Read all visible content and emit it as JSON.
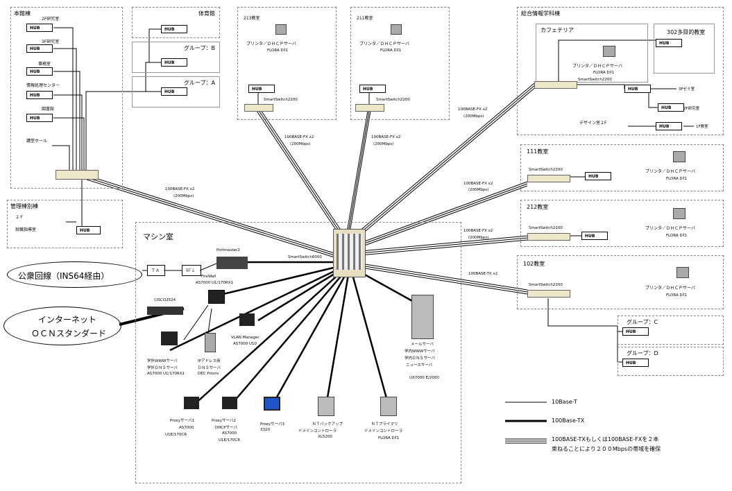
{
  "buildings": {
    "honkan": "本館棟",
    "honkan_rooms": [
      "2F研究室",
      "3F研究室",
      "事務室",
      "情報処理センター",
      "図書館"
    ],
    "kodo": "講堂ホール",
    "taiiku": "体育館",
    "group_b": "グループ：B",
    "group_a": "グループ：A",
    "kanri": "管理棟別棟",
    "kanri_2f": "２Ｆ",
    "kanri_room": "就職指導室",
    "r213": "213教室",
    "r211": "211教室",
    "sogo": "総合情報学科棟",
    "cafe": "カフェテリア",
    "r302": "302多目的教室",
    "seminar": "3Fゼミ室",
    "lab2f": "2F研究室",
    "design": "デザイン室２F",
    "r1f": "1F教室",
    "r111": "111教室",
    "r212": "212教室",
    "r102": "102教室",
    "group_c": "グループ：C",
    "group_d": "グループ：D"
  },
  "hub": "HUB",
  "printer": "プリンタ／ＤＨＣＰサーバ",
  "flora": "FLORA Dｵ1",
  "smart2200": "SmartSwitch2200",
  "smart6000": "SmartSwitch6000",
  "links": {
    "fx2": "100BASE-FX x2",
    "gbps": "(200Mbps)",
    "tx2": "100BASE-TX x2"
  },
  "machine_room": "マシン室",
  "public_line": "公衆回線（INS64経由）",
  "internet": [
    "インターネット",
    "ＯＣＮスタンダード"
  ],
  "ta": "ＴＡ",
  "modem": "ﾓﾃﾞﾑ",
  "portmaster": "Portmaster2",
  "firewall": [
    "FireWall",
    "AS7000 U1/170RX1"
  ],
  "cisco": "CISCO2524",
  "vlan": [
    "VLAN Manager",
    "AS7000 U10"
  ],
  "wwwdns": [
    "学外WWWサーバ",
    "学外ＤＮＳサーバ",
    "AS7000 U1/170RX1"
  ],
  "ipdns": [
    "IPアドレス用",
    "ＤＮＳサーバ",
    "DEC Prioris"
  ],
  "mail": [
    "メールサーバ",
    "学内WWWサーバ",
    "学内ＤＮＳサーバ",
    "ニュースサーバ",
    "UX7000 E/2000"
  ],
  "proxy1": [
    "Proxyサーバ1",
    "AS7000",
    "U1E/170CR"
  ],
  "proxy2": [
    "Proxyサーバ2",
    "DHCPサーバ",
    "AS7000",
    "U1E/170CR"
  ],
  "proxy3": [
    "Proxyサーバ3",
    "3320"
  ],
  "ntbackup": [
    "ＮＴバックアップ",
    "ドメインコントローラ",
    "XL5200"
  ],
  "ntprimary": [
    "ＮＴプライマリ",
    "ドメインコントローラ",
    "FLORA Dｵ1"
  ],
  "legend": {
    "t": "10Base-T",
    "tx": "100Base-TX",
    "fx": [
      "100BASE-TXもしくは100BASE-FXを２本",
      "束ねることにより２００Mbpsの帯域を確保"
    ]
  }
}
